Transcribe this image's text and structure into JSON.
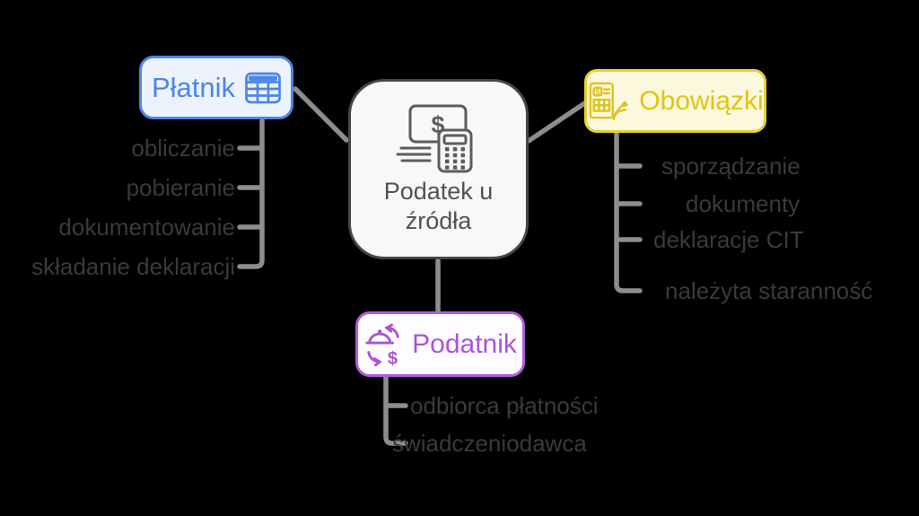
{
  "background_color": "#000000",
  "connector_color": "#8D8D8D",
  "item_text_color": "#3A3A3A",
  "center": {
    "label": "Podatek u źródła",
    "icon": "cash-calculator-icon",
    "bg_color": "#F8F8F8",
    "border_color": "#45454C",
    "text_color": "#525252"
  },
  "branches": [
    {
      "label": "Płatnik",
      "icon": "table-icon",
      "accent": "#4C86E8",
      "bg": "#EDF3FD",
      "items": [
        "obliczanie",
        "pobieranie",
        "dokumentowanie",
        "składanie deklaracji"
      ]
    },
    {
      "label": "Obowiązki",
      "icon": "invoice-hand-icon",
      "accent": "#E3C411",
      "border": "#E7D22F",
      "bg": "#FCF8DD",
      "items": [
        "sporządzanie",
        "dokumenty",
        "deklaracje CIT",
        "należyta staranność"
      ]
    },
    {
      "label": "Podatnik",
      "icon": "currency-exchange-icon",
      "accent": "#A855D6",
      "border": "#B15CD9",
      "bg": "#FEFCFF",
      "items": [
        "odbiorca płatności",
        "świadczeniodawca"
      ]
    }
  ]
}
